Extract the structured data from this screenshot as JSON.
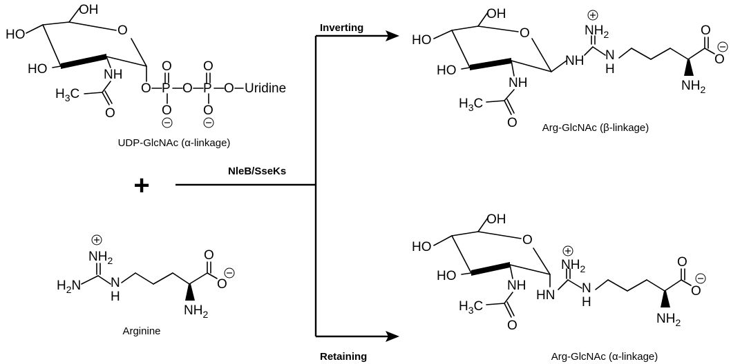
{
  "labels": {
    "udp_glcnac": "UDP-GlcNAc (α-linkage)",
    "arginine": "Arginine",
    "product_beta": "Arg-GlcNAc (β-linkage)",
    "product_alpha": "Arg-GlcNAc (α-linkage)",
    "enzyme": "NleB/SseKs",
    "inverting": "Inverting",
    "retaining": "Retaining",
    "plus": "+"
  },
  "atoms": {
    "oh": "OH",
    "ho": "HO",
    "o": "O",
    "nh": "NH",
    "hn": "HN",
    "n_h": "H",
    "n": "N",
    "nh2": "NH",
    "h2n": "H",
    "two": "2",
    "h3c": "H",
    "three": "3",
    "c": "C",
    "p": "P",
    "uridine": "Uridine"
  }
}
